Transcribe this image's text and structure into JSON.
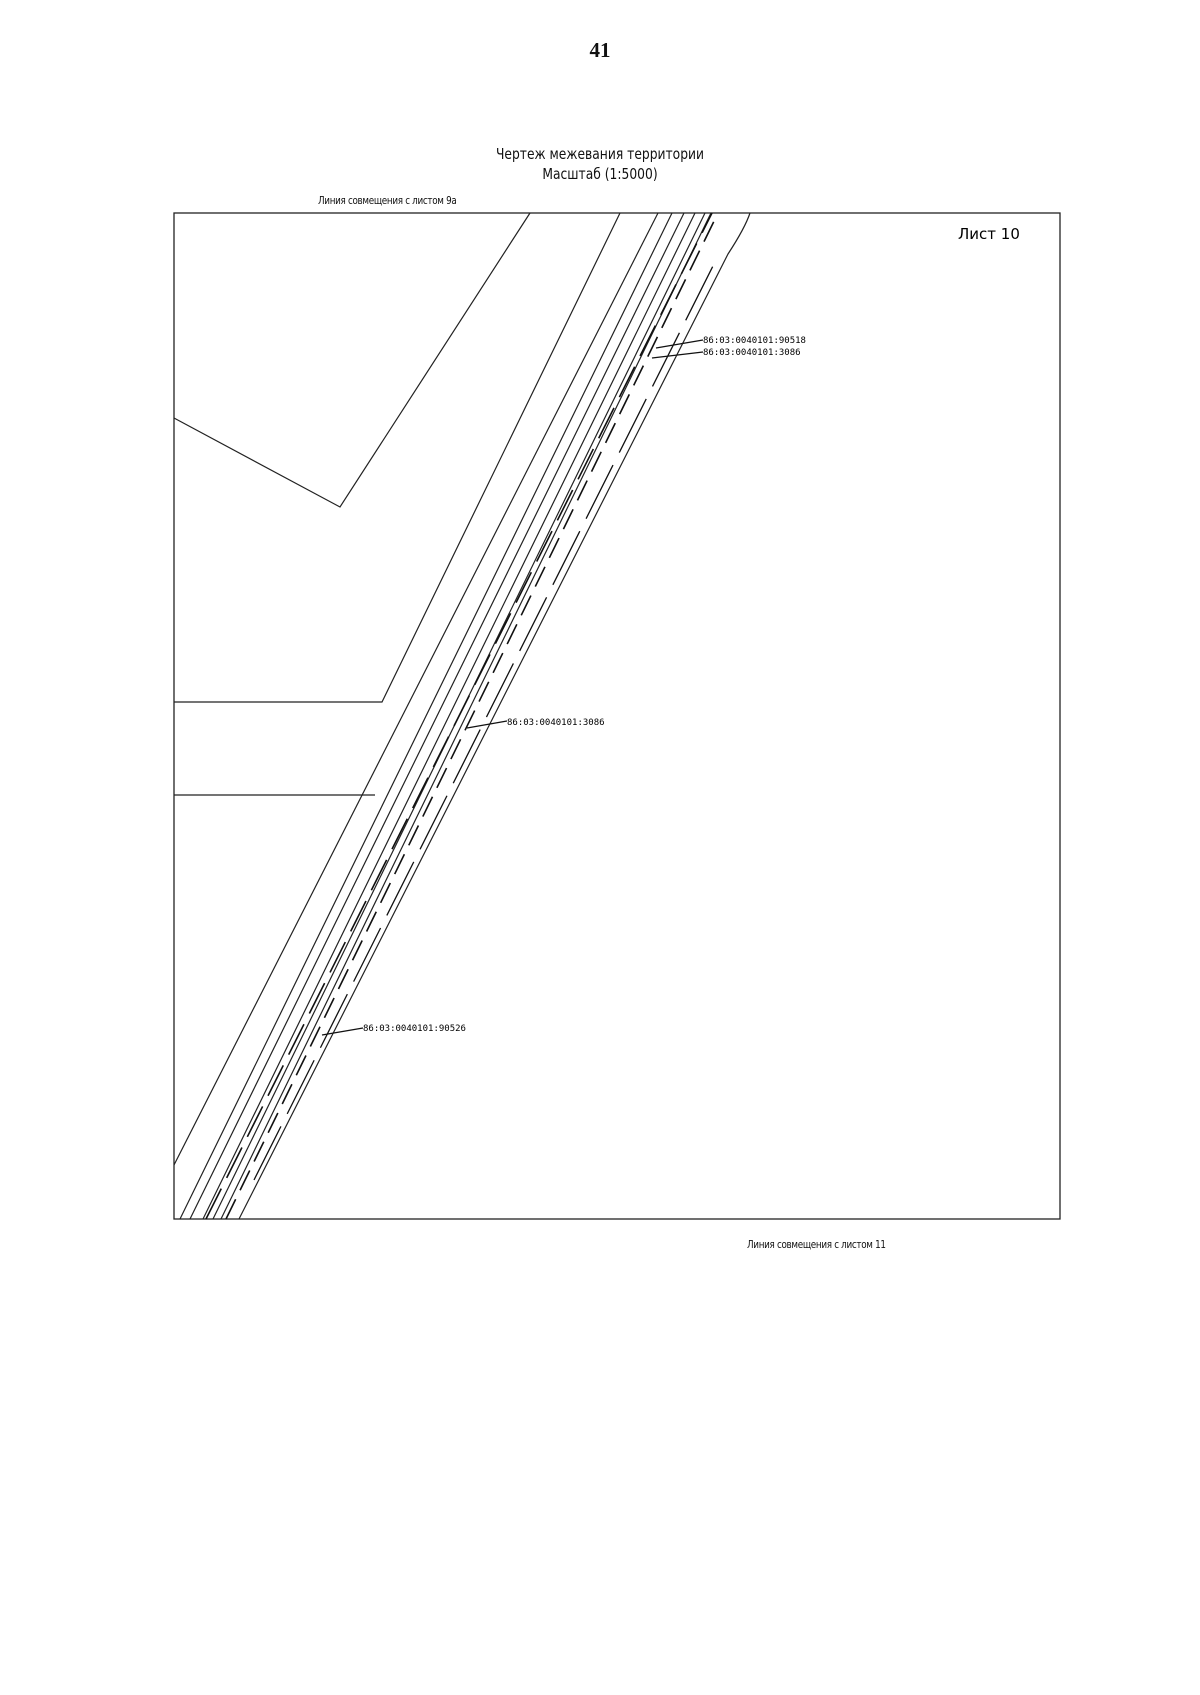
{
  "page": {
    "number": "41"
  },
  "header": {
    "title": "Чертеж межевания территории",
    "scale": "Масштаб (1:5000)"
  },
  "map": {
    "sheet_label": "Лист 10",
    "match_line_top": "Линия совмещения с листом 9а",
    "match_line_bottom": "Линия совмещения с листом 11",
    "parcels": [
      {
        "id": "86:03:0040101:90518"
      },
      {
        "id": "86:03:0040101:3086"
      },
      {
        "id": "86:03:0040101:3086"
      },
      {
        "id": "86:03:0040101:90526"
      }
    ]
  }
}
